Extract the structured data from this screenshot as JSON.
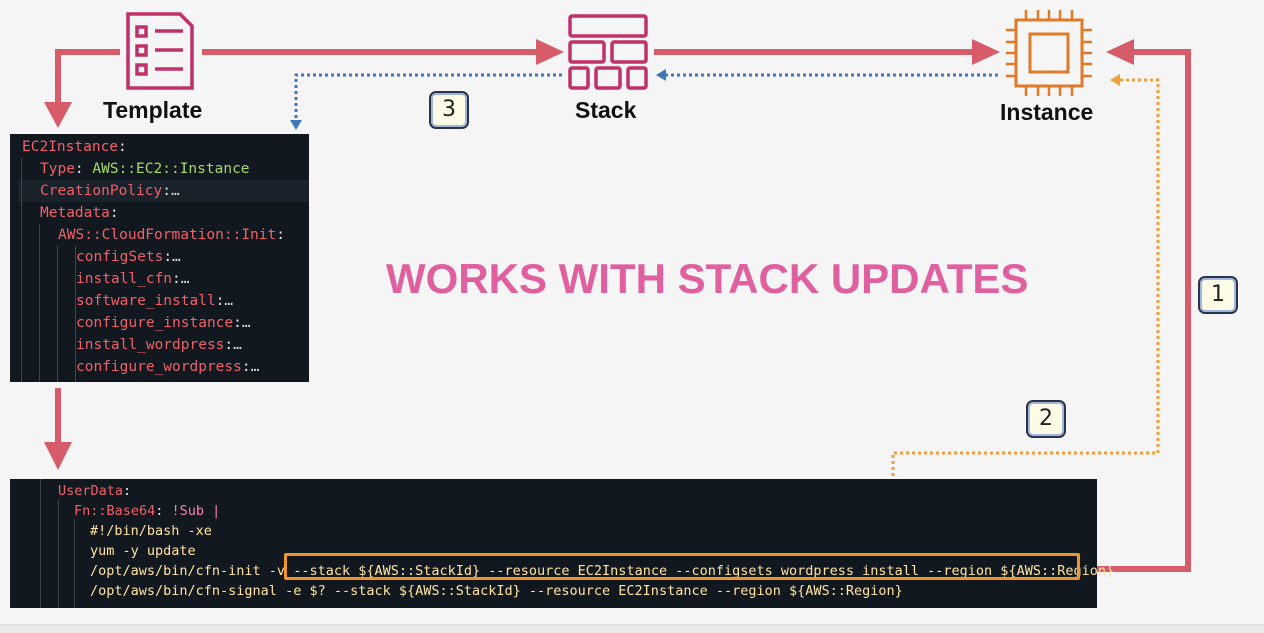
{
  "nodes": {
    "template": "Template",
    "stack": "Stack",
    "instance": "Instance"
  },
  "heading": "WORKS WITH STACK UPDATES",
  "badges": [
    "1",
    "2",
    "3"
  ],
  "template_code": [
    {
      "key": "EC2Instance",
      "sep": ":",
      "val": ""
    },
    {
      "key": "Type",
      "sep": ": ",
      "val": "AWS::EC2::Instance"
    },
    {
      "key": "CreationPolicy",
      "sep": ":",
      "val": "…"
    },
    {
      "key": "Metadata",
      "sep": ":",
      "val": ""
    },
    {
      "key": "AWS::CloudFormation::Init",
      "sep": ":",
      "val": ""
    },
    {
      "key": "configSets",
      "sep": ":",
      "val": "…"
    },
    {
      "key": "install_cfn",
      "sep": ":",
      "val": "…"
    },
    {
      "key": "software_install",
      "sep": ":",
      "val": "…"
    },
    {
      "key": "configure_instance",
      "sep": ":",
      "val": "…"
    },
    {
      "key": "install_wordpress",
      "sep": ":",
      "val": "…"
    },
    {
      "key": "configure_wordpress",
      "sep": ":",
      "val": "…"
    }
  ],
  "userdata_code": {
    "l1_key": "UserData",
    "l1_sep": ":",
    "l2_key": "Fn::Base64",
    "l2_sep": ": ",
    "l2_val": "!Sub |",
    "l3": "#!/bin/bash -xe",
    "l4": "yum -y update",
    "l5_pre": "/opt/aws/bin/cfn-init -v ",
    "l5_highlight": "--stack ${AWS::StackId} --resource EC2Instance --configsets wordpress_install --region ${AWS::Region}",
    "l6": "/opt/aws/bin/cfn-signal -e $? --stack ${AWS::StackId} --resource EC2Instance --region ${AWS::Region}"
  },
  "colors": {
    "main_arrow": "#d75c6a",
    "dotted_blue": "#3f78b8",
    "dotted_orange": "#f0a040",
    "heading": "#e0609f",
    "template_icon": "#c0306a",
    "stack_icon": "#c0306a",
    "instance_icon": "#e07a28"
  },
  "icons": [
    "checklist-icon",
    "brick-wall-icon",
    "chip-icon"
  ]
}
